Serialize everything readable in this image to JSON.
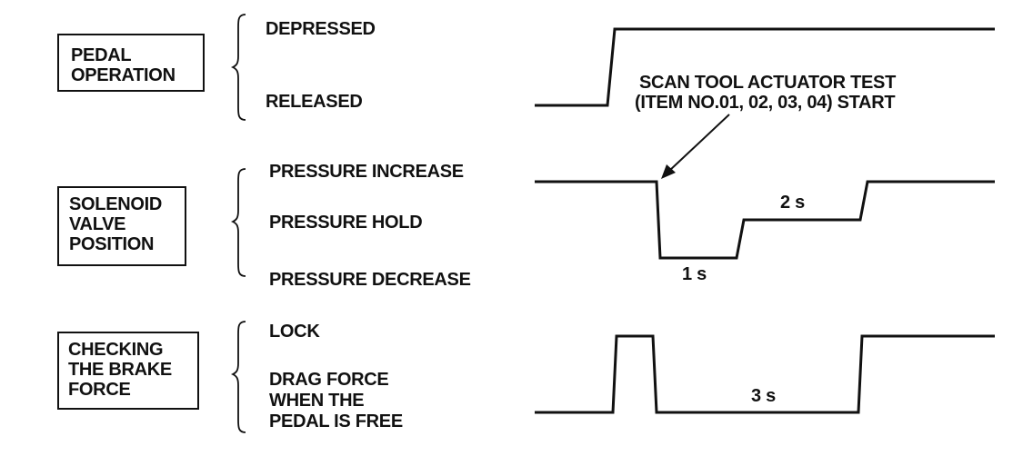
{
  "sections": [
    {
      "box_lines": [
        "PEDAL",
        "OPERATION"
      ],
      "states": [
        "DEPRESSED",
        "RELEASED"
      ]
    },
    {
      "box_lines": [
        "SOLENOID",
        "VALVE",
        "POSITION"
      ],
      "states": [
        "PRESSURE INCREASE",
        "PRESSURE HOLD",
        "PRESSURE DECREASE"
      ]
    },
    {
      "box_lines": [
        "CHECKING",
        "THE BRAKE",
        "FORCE"
      ],
      "states": [
        "LOCK",
        "DRAG FORCE",
        "WHEN THE",
        "PEDAL IS FREE"
      ]
    }
  ],
  "annotation": {
    "line1": "SCAN TOOL ACTUATOR TEST",
    "line2": "(ITEM NO.01, 02, 03, 04) START"
  },
  "durations": {
    "hold_1": "1 s",
    "hold_2": "2 s",
    "brake_free": "3 s"
  }
}
